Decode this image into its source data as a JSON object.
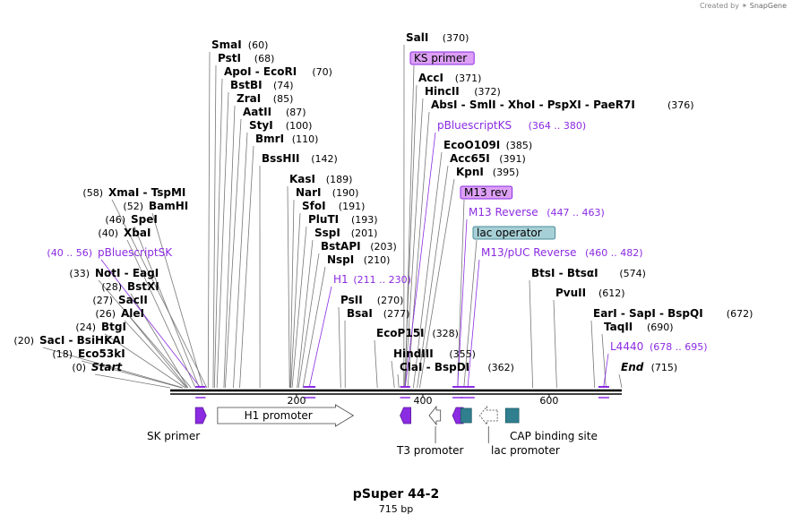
{
  "branding": {
    "created_by": "Created by",
    "app": "SnapGene"
  },
  "plasmid": {
    "name": "pSuper 44-2",
    "length": "715 bp"
  },
  "colors": {
    "enzyme": "#000000",
    "primer_feature": "#8b2be2",
    "primer_fill": "#dda0f5",
    "operator_fill": "#a7cfd6",
    "marker_purple": "#8b2be2",
    "marker_teal": "#2f7f8f",
    "line_gray": "#777777"
  },
  "ruler": {
    "length": 715,
    "ticks": [
      200,
      400,
      600
    ]
  },
  "sites": [
    {
      "name": "Start",
      "pos": "(0)",
      "bp": 0,
      "italic": true
    },
    {
      "name": "Eco53kI",
      "pos": "(18)",
      "bp": 18
    },
    {
      "name": "SacI - BsiHKAI",
      "pos": "(20)",
      "bp": 20
    },
    {
      "name": "BtgI",
      "pos": "(24)",
      "bp": 24
    },
    {
      "name": "AleI",
      "pos": "(26)",
      "bp": 26
    },
    {
      "name": "SacII",
      "pos": "(27)",
      "bp": 27
    },
    {
      "name": "BstXI",
      "pos": "(28)",
      "bp": 28
    },
    {
      "name": "NotI - EagI",
      "pos": "(33)",
      "bp": 33
    },
    {
      "name": "pBluescriptSK",
      "pos": "(40 .. 56)",
      "bp": 48,
      "feature": true
    },
    {
      "name": "XbaI",
      "pos": "(40)",
      "bp": 40
    },
    {
      "name": "SpeI",
      "pos": "(46)",
      "bp": 46
    },
    {
      "name": "BamHI",
      "pos": "(52)",
      "bp": 52
    },
    {
      "name": "XmaI - TspMI",
      "pos": "(58)",
      "bp": 58
    },
    {
      "name": "SmaI",
      "pos": "(60)",
      "bp": 60
    },
    {
      "name": "PstI",
      "pos": "(68)",
      "bp": 68
    },
    {
      "name": "ApoI - EcoRI",
      "pos": "(70)",
      "bp": 70
    },
    {
      "name": "BstBI",
      "pos": "(74)",
      "bp": 74
    },
    {
      "name": "ZraI",
      "pos": "(85)",
      "bp": 85
    },
    {
      "name": "AatII",
      "pos": "(87)",
      "bp": 87
    },
    {
      "name": "StyI",
      "pos": "(100)",
      "bp": 100
    },
    {
      "name": "BmrI",
      "pos": "(110)",
      "bp": 110
    },
    {
      "name": "BssHII",
      "pos": "(142)",
      "bp": 142
    },
    {
      "name": "KasI",
      "pos": "(189)",
      "bp": 189
    },
    {
      "name": "NarI",
      "pos": "(190)",
      "bp": 190
    },
    {
      "name": "SfoI",
      "pos": "(191)",
      "bp": 191
    },
    {
      "name": "PluTI",
      "pos": "(193)",
      "bp": 193
    },
    {
      "name": "SspI",
      "pos": "(201)",
      "bp": 201
    },
    {
      "name": "BstAPI",
      "pos": "(203)",
      "bp": 203
    },
    {
      "name": "NspI",
      "pos": "(210)",
      "bp": 210
    },
    {
      "name": "H1",
      "pos": "(211 .. 230)",
      "bp": 220,
      "feature": true
    },
    {
      "name": "PsII",
      "pos": "(270)",
      "bp": 270
    },
    {
      "name": "BsaI",
      "pos": "(277)",
      "bp": 277
    },
    {
      "name": "EcoP15I",
      "pos": "(328)",
      "bp": 328
    },
    {
      "name": "HindIII",
      "pos": "(355)",
      "bp": 355
    },
    {
      "name": "ClaI - BspDI",
      "pos": "(362)",
      "bp": 362
    },
    {
      "name": "SalI",
      "pos": "(370)",
      "bp": 370
    },
    {
      "name": "KS primer",
      "bp": 372,
      "box": "primer"
    },
    {
      "name": "AccI",
      "pos": "(371)",
      "bp": 371
    },
    {
      "name": "HincII",
      "pos": "(372)",
      "bp": 372
    },
    {
      "name": "AbsI - SmlI - XhoI - PspXI - PaeR7I",
      "pos": "(376)",
      "bp": 376
    },
    {
      "name": "pBluescriptKS",
      "pos": "(364 .. 380)",
      "bp": 372,
      "feature": true
    },
    {
      "name": "EcoO109I",
      "pos": "(385)",
      "bp": 385
    },
    {
      "name": "Acc65I",
      "pos": "(391)",
      "bp": 391
    },
    {
      "name": "KpnI",
      "pos": "(395)",
      "bp": 395
    },
    {
      "name": "M13 rev",
      "bp": 455,
      "box": "primer"
    },
    {
      "name": "M13 Reverse",
      "pos": "(447 .. 463)",
      "bp": 455,
      "feature": true
    },
    {
      "name": "lac operator",
      "bp": 465,
      "box": "operator"
    },
    {
      "name": "M13/pUC Reverse",
      "pos": "(460 .. 482)",
      "bp": 471,
      "feature": true
    },
    {
      "name": "BtsI - BtsαI",
      "pos": "(574)",
      "bp": 574
    },
    {
      "name": "PvuII",
      "pos": "(612)",
      "bp": 612
    },
    {
      "name": "EarI - SapI - BspQI",
      "pos": "(672)",
      "bp": 672
    },
    {
      "name": "TaqII",
      "pos": "(690)",
      "bp": 690
    },
    {
      "name": "L4440",
      "pos": "(678 .. 695)",
      "bp": 686,
      "feature": true
    },
    {
      "name": "End",
      "pos": "(715)",
      "bp": 715,
      "italic": true
    }
  ],
  "features": [
    {
      "name": "SK primer",
      "start": 40,
      "end": 56,
      "kind": "primer-arrow",
      "dir": "right"
    },
    {
      "name": "H1 promoter",
      "start": 75,
      "end": 290,
      "kind": "promoter",
      "dir": "right"
    },
    {
      "name": "",
      "start": 364,
      "end": 380,
      "kind": "primer-arrow",
      "dir": "left"
    },
    {
      "name": "T3 promoter",
      "start": 410,
      "end": 428,
      "kind": "promoter",
      "dir": "left"
    },
    {
      "name": "",
      "start": 447,
      "end": 463,
      "kind": "primer-arrow",
      "dir": "left"
    },
    {
      "name": "",
      "start": 460,
      "end": 476,
      "kind": "operator-box"
    },
    {
      "name": "lac promoter",
      "start": 490,
      "end": 518,
      "kind": "promoter-dashed",
      "dir": "left"
    },
    {
      "name": "CAP binding site",
      "start": 531,
      "end": 552,
      "kind": "operator-box"
    }
  ],
  "feature_labels": [
    "SK primer",
    "T3 promoter",
    "lac promoter",
    "CAP binding site",
    "H1 promoter"
  ]
}
